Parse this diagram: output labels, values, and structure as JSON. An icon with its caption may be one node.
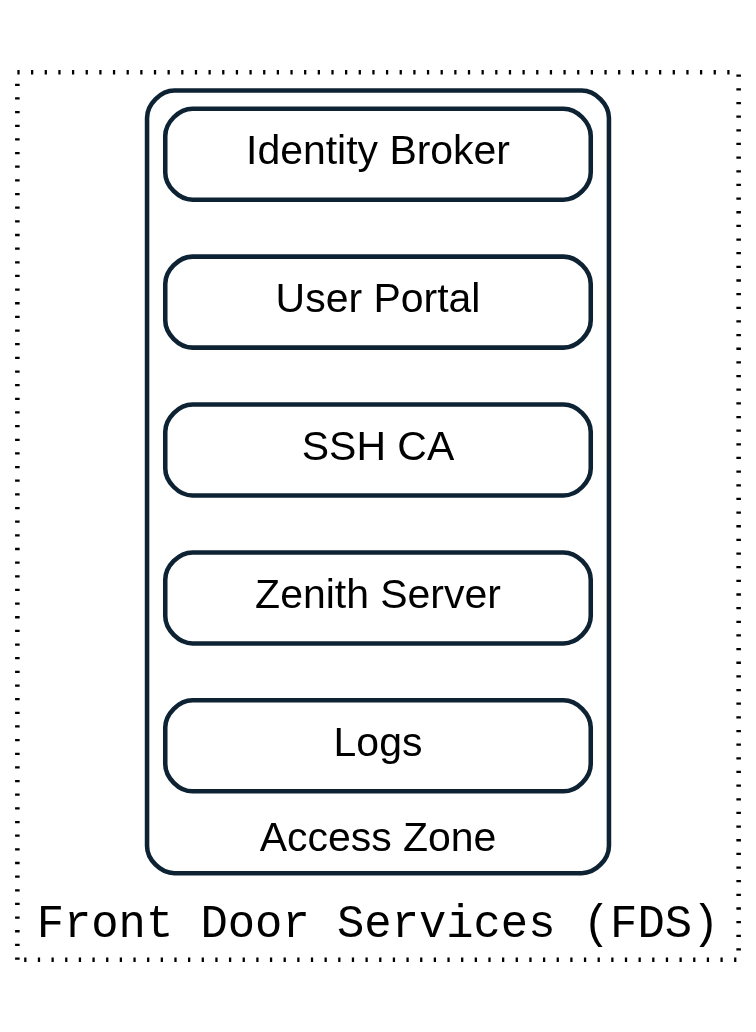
{
  "diagram": {
    "nodes": [
      {
        "text": [
          "Front Door Services (FDS)"
        ]
      },
      {
        "text": [
          "Access Zone"
        ],
        "in": 0
      },
      {
        "text": [
          "Identity Broker"
        ],
        "in": 1
      },
      {
        "text": [
          "User Portal"
        ],
        "in": 1
      },
      {
        "text": [
          "SSH CA"
        ],
        "in": 1
      },
      {
        "text": [
          "Zenith Server"
        ],
        "in": 1
      },
      {
        "text": [
          "Logs"
        ],
        "in": 1
      }
    ]
  }
}
